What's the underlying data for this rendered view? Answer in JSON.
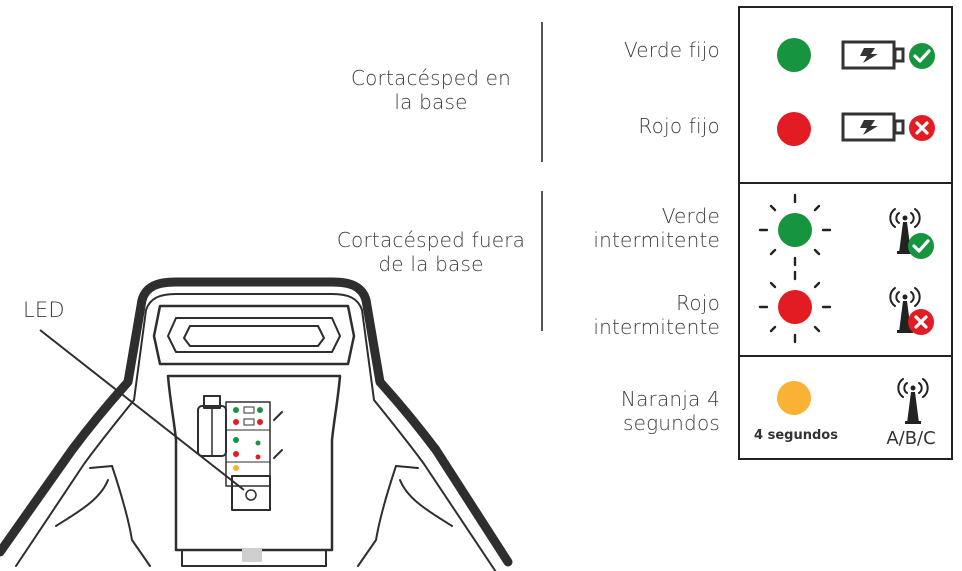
{
  "groups": {
    "docked": {
      "line1": "Cortacésped en",
      "line2": "la base"
    },
    "undocked": {
      "line1": "Cortacésped fuera",
      "line2": "de la base"
    }
  },
  "states": {
    "green_solid": {
      "label": "Verde fijo"
    },
    "red_solid": {
      "label": "Rojo fijo"
    },
    "green_blink": {
      "line1": "Verde",
      "line2": "intermitente"
    },
    "red_blink": {
      "line1": "Rojo",
      "line2": "intermitente"
    },
    "orange": {
      "line1": "Naranja 4",
      "line2": "segundos",
      "duration_caption": "4 segundos",
      "channel_caption": "A/B/C"
    }
  },
  "mower": {
    "led_label": "LED"
  },
  "colors": {
    "green": "#17943f",
    "red": "#e31b23",
    "orange": "#f9b233",
    "ok_badge": "#17943f",
    "error_badge": "#e31b23",
    "outline": "#3a3a3a"
  },
  "icons": {
    "battery": "battery-charging-icon",
    "antenna": "antenna-signal-icon",
    "ok": "check-circle-icon",
    "error": "x-circle-icon"
  }
}
